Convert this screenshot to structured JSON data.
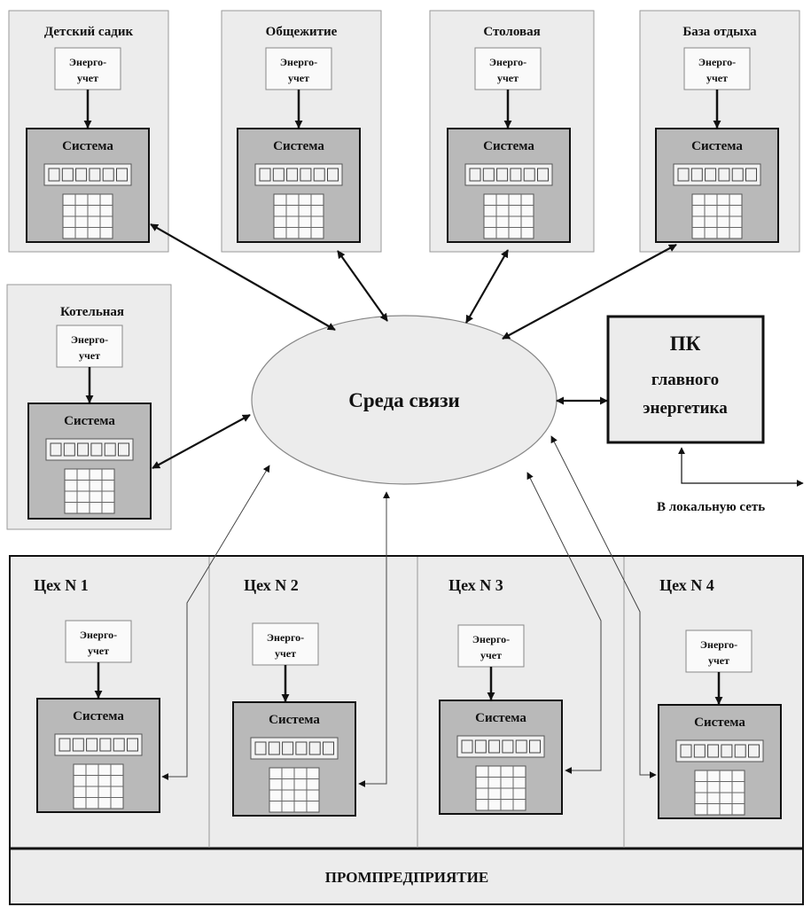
{
  "top_facilities": [
    {
      "title": "Детский садик"
    },
    {
      "title": "Общежитие"
    },
    {
      "title": "Столовая"
    },
    {
      "title": "База отдыха"
    }
  ],
  "boiler": {
    "title": "Котельная"
  },
  "workshops": [
    {
      "title": "Цех N 1"
    },
    {
      "title": "Цех N 2"
    },
    {
      "title": "Цех N 3"
    },
    {
      "title": "Цех N 4"
    }
  ],
  "energy_meter": {
    "line1": "Энерго-",
    "line2": "учет"
  },
  "system_label": "Система",
  "comm_medium": "Среда связи",
  "pc": {
    "line1": "ПК",
    "line2": "главного",
    "line3": "энергетика"
  },
  "local_net": "В локальную сеть",
  "enterprise": "ПРОМПРЕДПРИЯТИЕ"
}
